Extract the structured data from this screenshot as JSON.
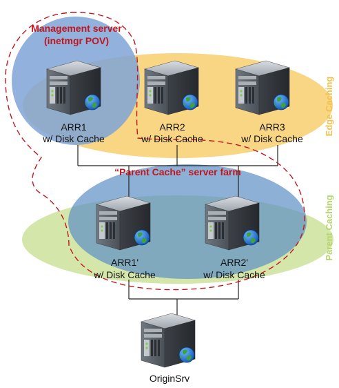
{
  "management": {
    "title_line1": "Management server",
    "title_line2": "(inetmgr POV)"
  },
  "parent_farm": {
    "title": "“Parent Cache” server farm"
  },
  "zones": {
    "edge_label": "Edge Caching",
    "parent_label": "Parent Caching"
  },
  "servers": {
    "arr1": {
      "name": "ARR1",
      "sub": "w/ Disk Cache"
    },
    "arr2": {
      "name": "ARR2",
      "sub": "w/ Disk Cache"
    },
    "arr3": {
      "name": "ARR3",
      "sub": "w/ Disk Cache"
    },
    "arr1p": {
      "name": "ARR1'",
      "sub": "w/ Disk Cache"
    },
    "arr2p": {
      "name": "ARR2'",
      "sub": "w/ Disk Cache"
    },
    "origin": {
      "name": "OriginSrv"
    }
  },
  "colors": {
    "edge_zone": "#f7cf6e",
    "parent_zone": "#cfe3a0",
    "management_zone": "#7fa3d6",
    "farm_zone": "#5f92c6",
    "dashed_outline": "#c0171e",
    "edge_text": "#f2c14a",
    "parent_text": "#b7d56a"
  }
}
